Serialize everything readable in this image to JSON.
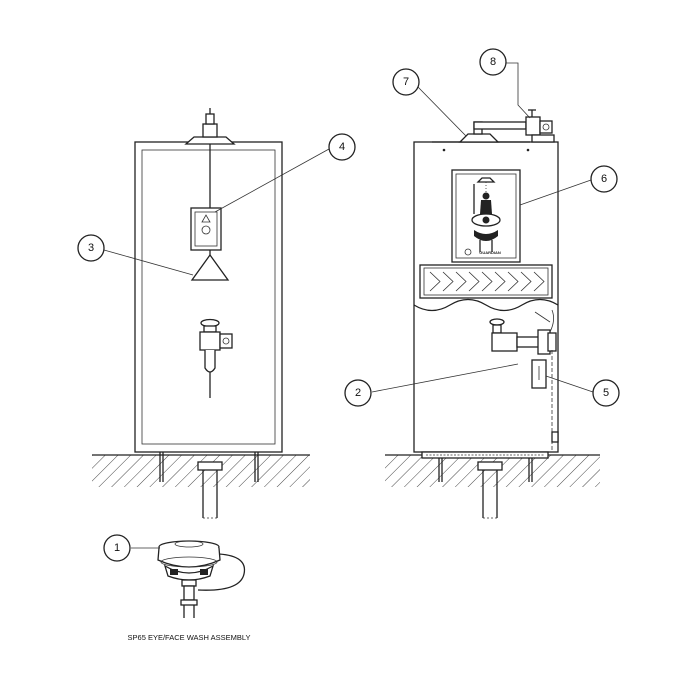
{
  "callouts": {
    "c1": "1",
    "c2": "2",
    "c3": "3",
    "c4": "4",
    "c5": "5",
    "c6": "6",
    "c7": "7",
    "c8": "8"
  },
  "caption": "SP65 EYE/FACE WASH ASSEMBLY",
  "sign_logo_text": "GUARDIAN"
}
